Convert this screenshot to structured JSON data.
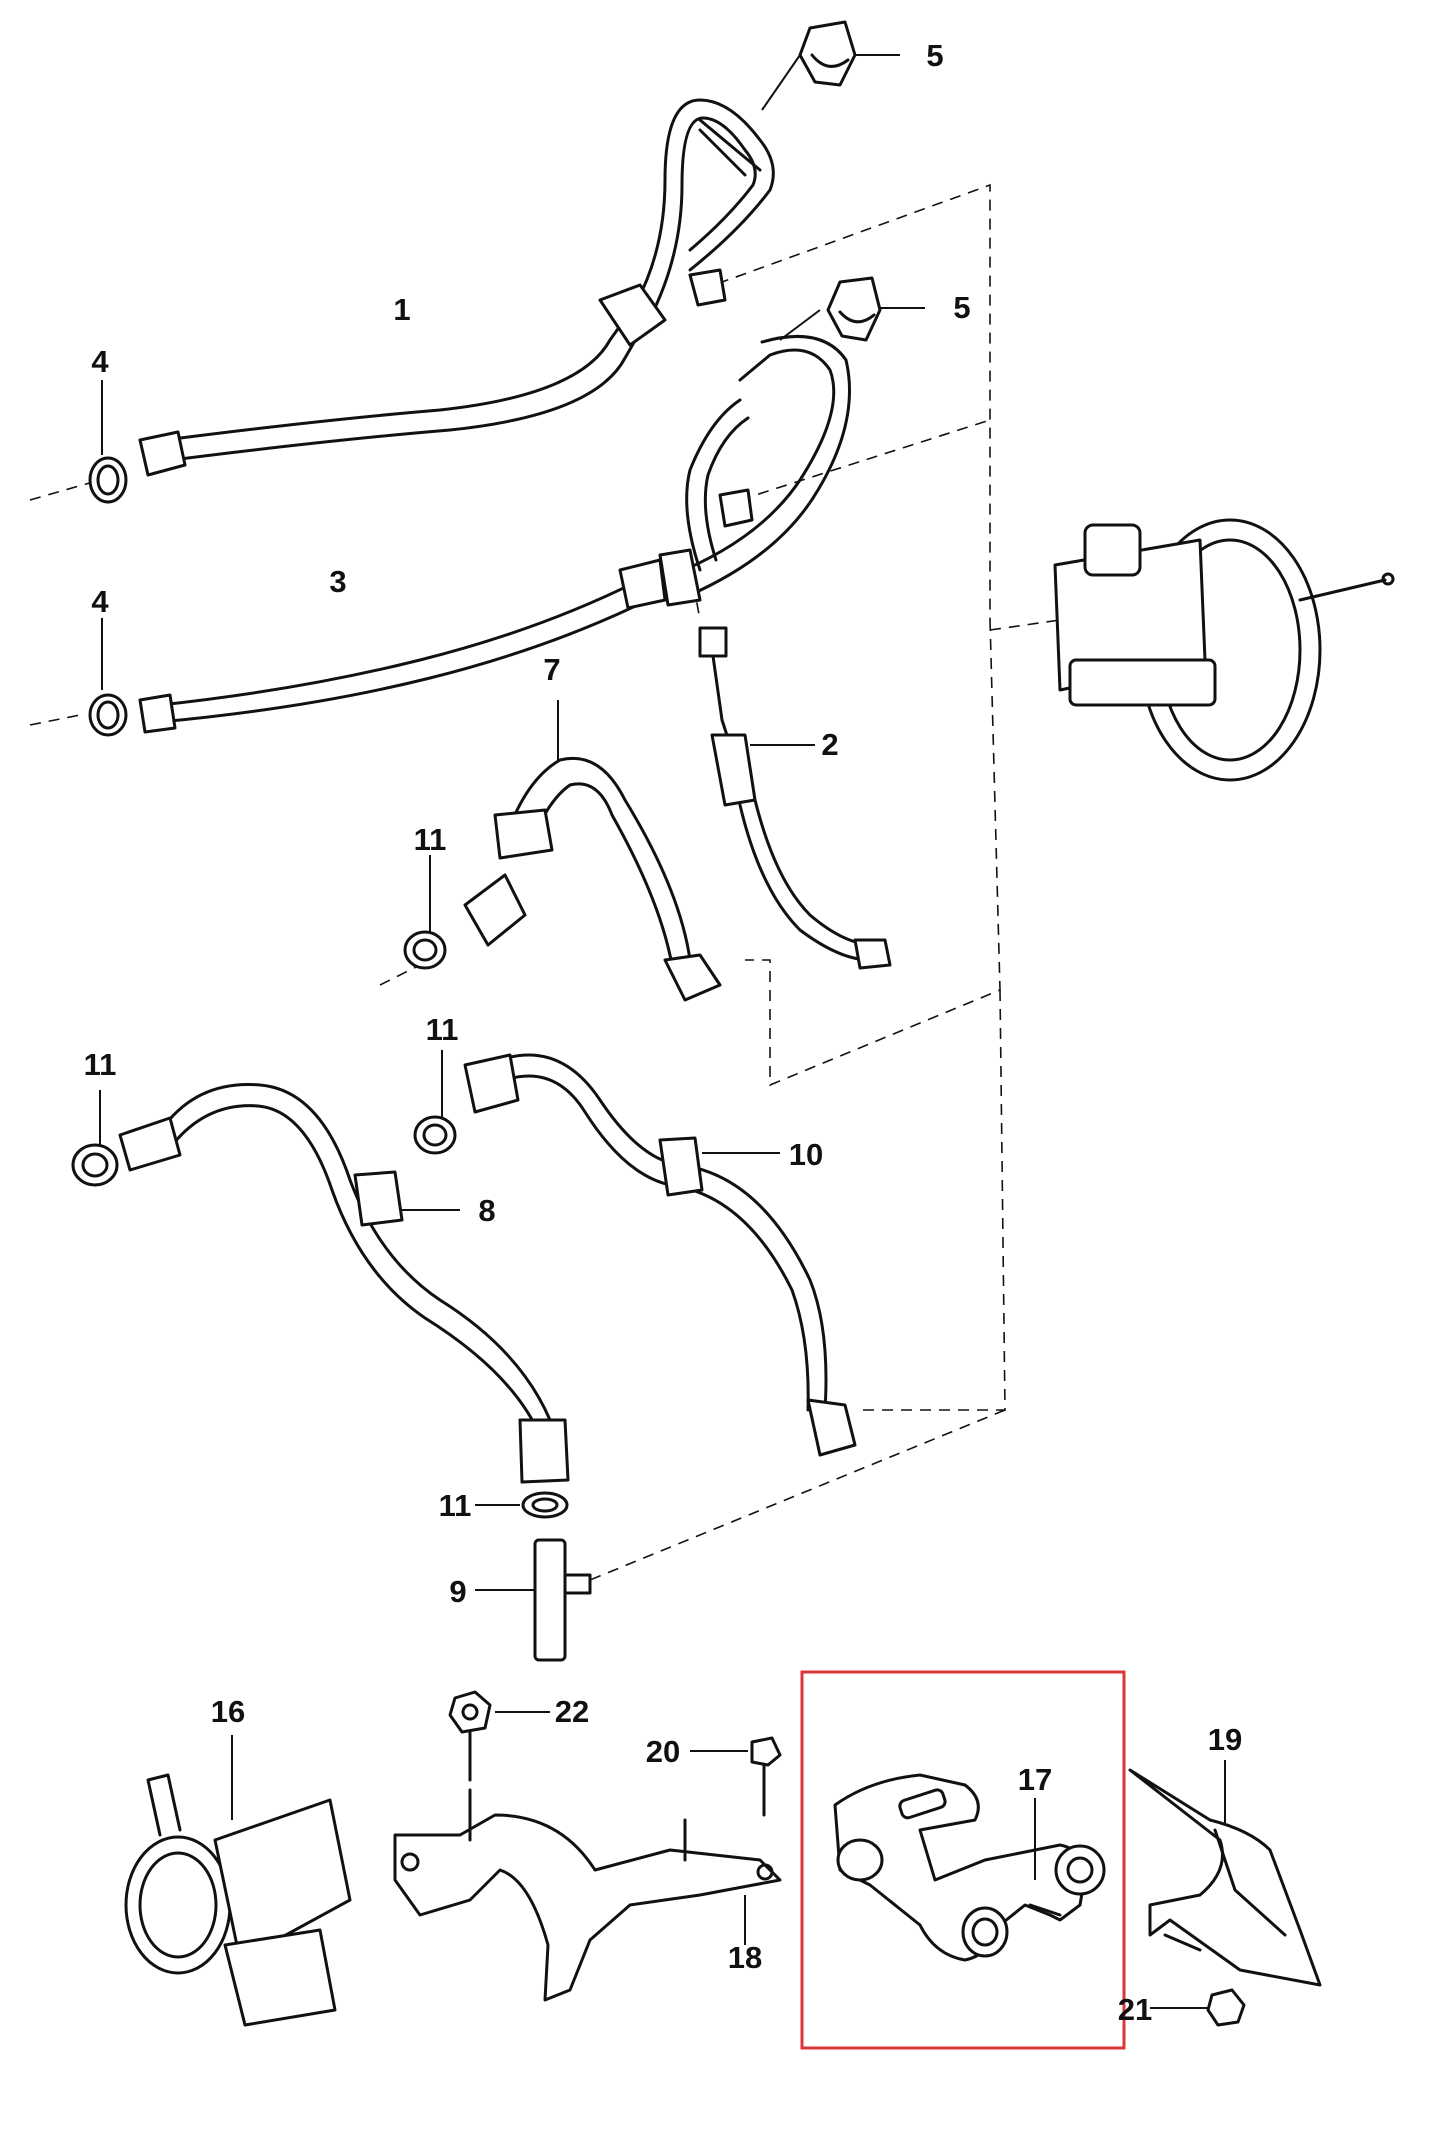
{
  "diagram": {
    "callouts": [
      {
        "id": "1",
        "label": "1"
      },
      {
        "id": "2",
        "label": "2"
      },
      {
        "id": "3",
        "label": "3"
      },
      {
        "id": "4a",
        "label": "4"
      },
      {
        "id": "4b",
        "label": "4"
      },
      {
        "id": "5a",
        "label": "5"
      },
      {
        "id": "5b",
        "label": "5"
      },
      {
        "id": "7",
        "label": "7"
      },
      {
        "id": "8",
        "label": "8"
      },
      {
        "id": "9",
        "label": "9"
      },
      {
        "id": "10",
        "label": "10"
      },
      {
        "id": "11a",
        "label": "11"
      },
      {
        "id": "11b",
        "label": "11"
      },
      {
        "id": "11c",
        "label": "11"
      },
      {
        "id": "11d",
        "label": "11"
      },
      {
        "id": "16",
        "label": "16"
      },
      {
        "id": "17",
        "label": "17"
      },
      {
        "id": "18",
        "label": "18"
      },
      {
        "id": "19",
        "label": "19"
      },
      {
        "id": "20",
        "label": "20"
      },
      {
        "id": "21",
        "label": "21"
      },
      {
        "id": "22",
        "label": "22"
      }
    ],
    "highlight": {
      "color": "#d9383a",
      "target": "17"
    },
    "line_color": "#111111",
    "background": "#ffffff"
  }
}
